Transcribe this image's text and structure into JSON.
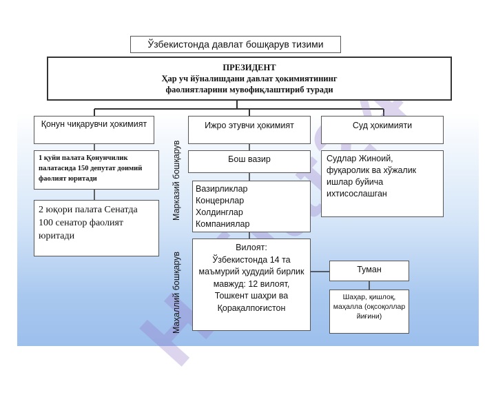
{
  "title": "Ўзбекистонда давлат бошқарув тизими",
  "president": {
    "heading": "ПРЕЗИДЕНТ",
    "line1": "Ҳар уч йўналишдани давлат ҳокимиятининг",
    "line2": "фаолиятларини мувофиқлаштириб туради"
  },
  "branches": {
    "legislative": "Қонун чиқарувчи ҳокимият",
    "executive": "Ижро этувчи ҳокимият",
    "judicial": "Суд ҳокимияти"
  },
  "legislative": {
    "chamber1": "1 қуйи палата  Қонунчилик палатасида 150 депутат доимий фаолият юритади",
    "chamber2": "2 юқори палата Сенатда 100 сенатор фаолият юритади"
  },
  "executive": {
    "prime_minister": "Бош вазир",
    "ministries_line1": "Вазирликлар",
    "ministries_line2": "Концернлар",
    "ministries_line3": "Холдинглар",
    "ministries_line4": "Компаниялар",
    "regions_line1": "Вилоят:",
    "regions_line2": "Ўзбекистонда 14 та маъмурий ҳудудий бирлик мавжуд: 12 вилоят, Тошкент шаҳри ва Қорақалпоғистон",
    "district": "Туман",
    "local": "Шаҳар, қишлоқ, маҳалла (оқсоқоллар йиғини)"
  },
  "judicial": {
    "courts": "Судлар Жиноий, фуқаролик ва хўжалик ишлар буйича ихтисослашган"
  },
  "side_labels": {
    "central": "Марказий бошқарув",
    "local": "Маҳаллий бошқарув"
  },
  "watermark": "Hujjat24",
  "colors": {
    "watermark": "#9678c8",
    "background_bottom": "#9cbfec"
  }
}
